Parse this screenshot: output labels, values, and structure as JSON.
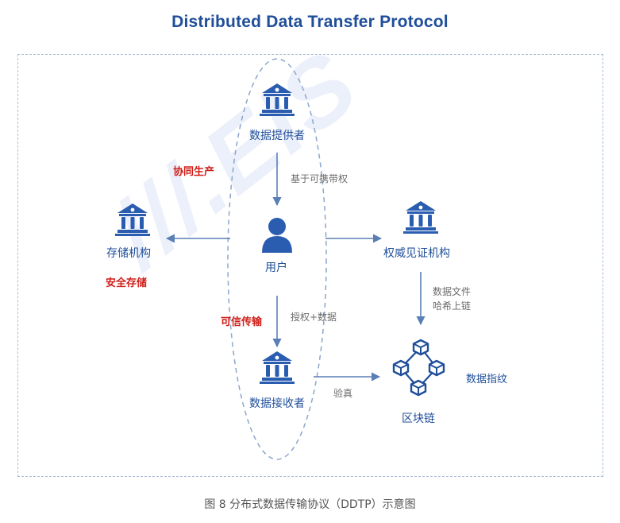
{
  "title": "Distributed Data Transfer Protocol",
  "nodes": {
    "data_provider": "数据提供者",
    "user": "用户",
    "storage": "存储机构",
    "authority": "权威见证机构",
    "receiver": "数据接收者",
    "blockchain": "区块链"
  },
  "edges": {
    "portable_auth": "基于可携带权",
    "auth_data": "授权+数据",
    "hash_line1": "数据文件",
    "hash_line2": "哈希上链",
    "verify": "验真",
    "fingerprint": "数据指纹"
  },
  "highlights": {
    "co_produce": "协同生产",
    "secure_storage": "安全存储",
    "trusted_transfer": "可信传输"
  },
  "caption": "图 8 分布式数据传输协议（DDTP）示意图",
  "colors": {
    "primary": "#1f4e9a",
    "highlight": "#d0201b",
    "frame": "#a8bed8",
    "arrow": "#5a7fb5"
  }
}
